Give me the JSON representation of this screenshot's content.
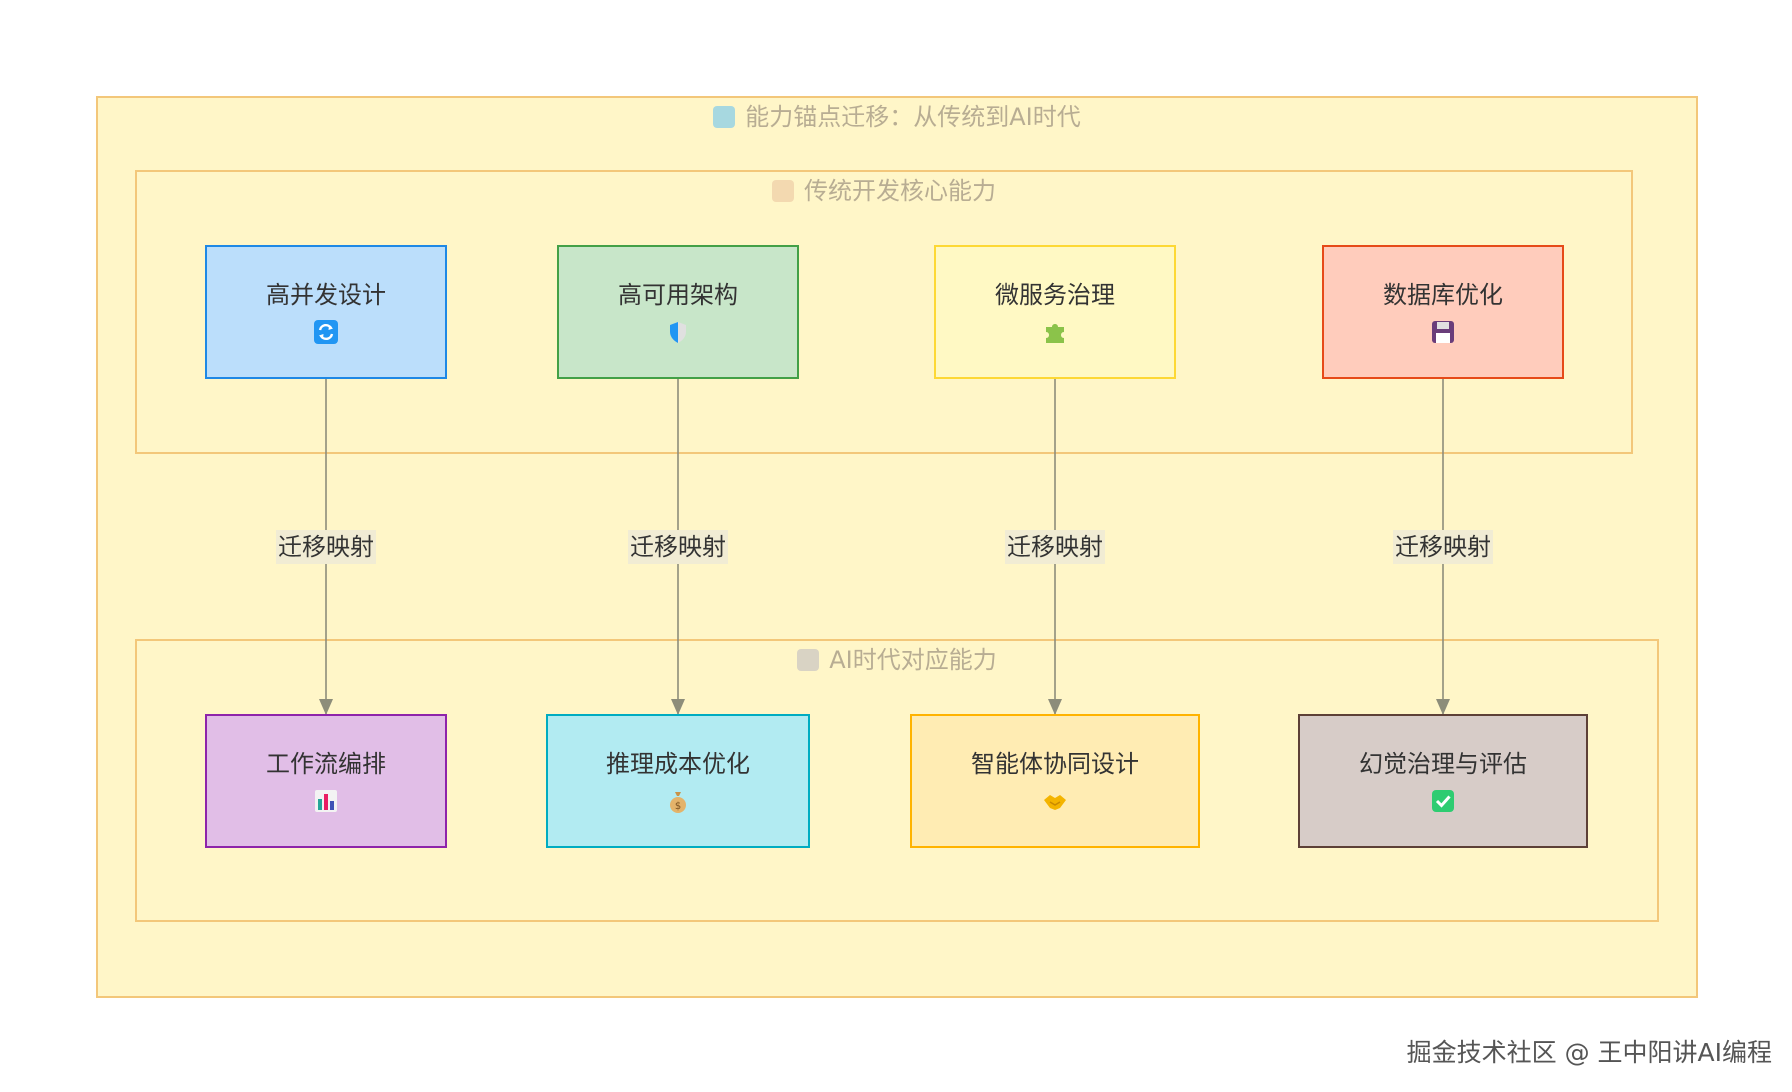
{
  "diagram": {
    "title": "能力锚点迁移：从传统到AI时代",
    "traditional": {
      "title": "传统开发核心能力",
      "nodes": [
        {
          "label": "高并发设计",
          "icon": "refresh-icon",
          "fill": "#bbdefb",
          "stroke": "#1e88e5"
        },
        {
          "label": "高可用架构",
          "icon": "shield-icon",
          "fill": "#c8e6c9",
          "stroke": "#43a047"
        },
        {
          "label": "微服务治理",
          "icon": "puzzle-icon",
          "fill": "#fff9c4",
          "stroke": "#fdd835"
        },
        {
          "label": "数据库优化",
          "icon": "floppy-disk-icon",
          "fill": "#ffccbc",
          "stroke": "#e64a19"
        }
      ]
    },
    "ai": {
      "title": "AI时代对应能力",
      "nodes": [
        {
          "label": "工作流编排",
          "icon": "bar-chart-icon",
          "fill": "#e1bee7",
          "stroke": "#8e24aa"
        },
        {
          "label": "推理成本优化",
          "icon": "money-bag-icon",
          "fill": "#b2ebf2",
          "stroke": "#00acc1"
        },
        {
          "label": "智能体协同设计",
          "icon": "handshake-icon",
          "fill": "#ffecb3",
          "stroke": "#ffb300"
        },
        {
          "label": "幻觉治理与评估",
          "icon": "check-box-icon",
          "fill": "#d7ccc8",
          "stroke": "#5d4037"
        }
      ]
    },
    "edges": [
      {
        "from": 0,
        "to": 0,
        "label": "迁移映射"
      },
      {
        "from": 1,
        "to": 1,
        "label": "迁移映射"
      },
      {
        "from": 2,
        "to": 2,
        "label": "迁移映射"
      },
      {
        "from": 3,
        "to": 3,
        "label": "迁移映射"
      }
    ]
  },
  "footer": "掘金技术社区 @ 王中阳讲AI编程"
}
